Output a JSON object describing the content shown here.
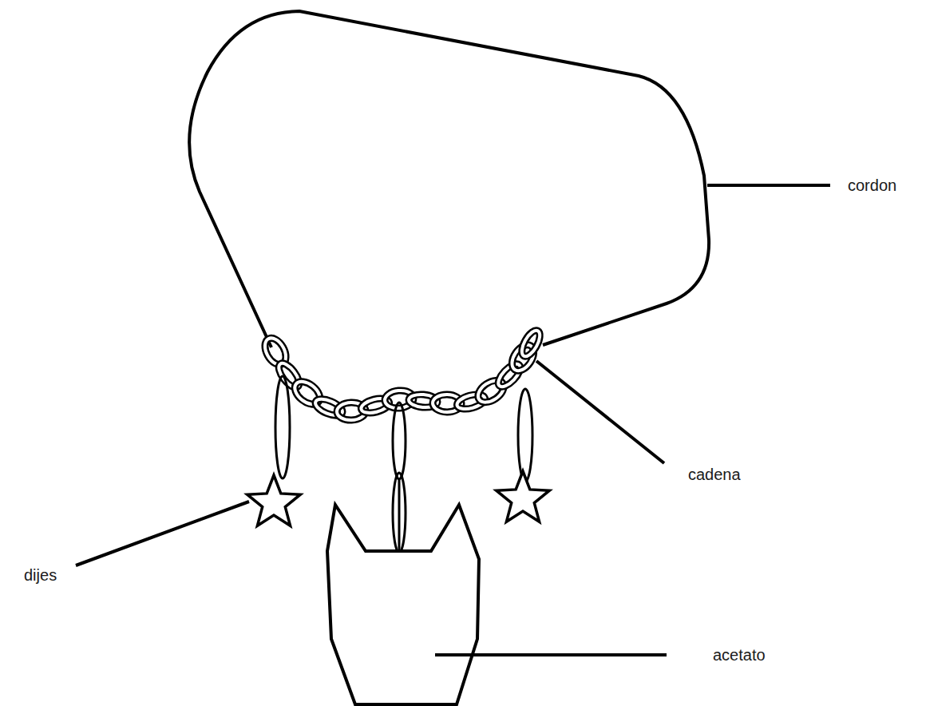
{
  "diagram": {
    "labels": [
      "cordon",
      "cadena",
      "dijes",
      "acetato"
    ]
  }
}
